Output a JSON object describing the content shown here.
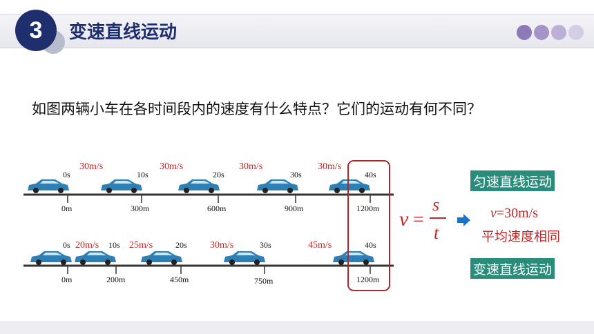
{
  "header": {
    "number": "3",
    "title": "变速直线运动"
  },
  "colors": {
    "navy": "#1f2f6e",
    "red": "#c0282a",
    "teal": "#2a8c7a",
    "dots": [
      "#8e7ab8",
      "#a594c8",
      "#bdb0d8",
      "#d4cde6"
    ]
  },
  "question": "如图两辆小车在各时间段内的速度有什么特点？它们的运动有何不同？",
  "track1": {
    "speeds": [
      "30m/s",
      "30m/s",
      "30m/s",
      "30m/s"
    ],
    "times": [
      "0s",
      "10s",
      "20s",
      "30s",
      "40s"
    ],
    "distances": [
      "0m",
      "300m",
      "600m",
      "900m",
      "1200m"
    ]
  },
  "track2": {
    "speeds": [
      "20m/s",
      "25m/s",
      "30m/s",
      "45m/s"
    ],
    "times": [
      "0s",
      "10s",
      "20s",
      "30s",
      "40s"
    ],
    "distances": [
      "0m",
      "200m",
      "450m",
      "750m",
      "1200m"
    ]
  },
  "formula": {
    "v": "v",
    "eq": "=",
    "num": "s",
    "den": "t"
  },
  "results": {
    "uniform": "匀速直线运动",
    "speed_prefix": "v",
    "speed_value": "=30m/s",
    "same_avg": "平均速度相同",
    "variable": "变速直线运动"
  },
  "icons": {
    "car": "car-icon",
    "arrow": "arrow-right-icon"
  }
}
